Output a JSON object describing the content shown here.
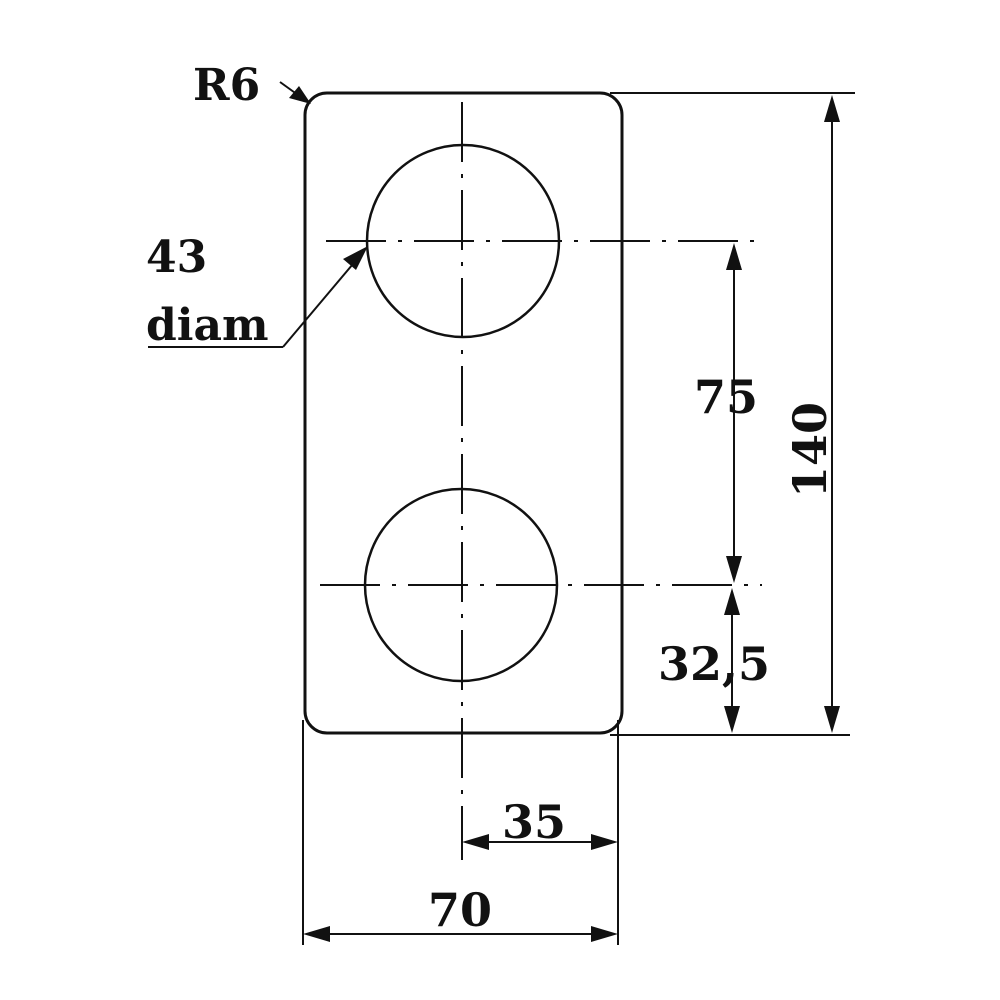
{
  "labels": {
    "radius": "R6",
    "hole_diameter_value": "43",
    "hole_diameter_unit": "diam",
    "hole_spacing": "75",
    "total_height": "140",
    "bottom_offset": "32,5",
    "half_width": "35",
    "total_width": "70"
  },
  "colors": {
    "ink": "#111111",
    "paper": "#ffffff"
  }
}
